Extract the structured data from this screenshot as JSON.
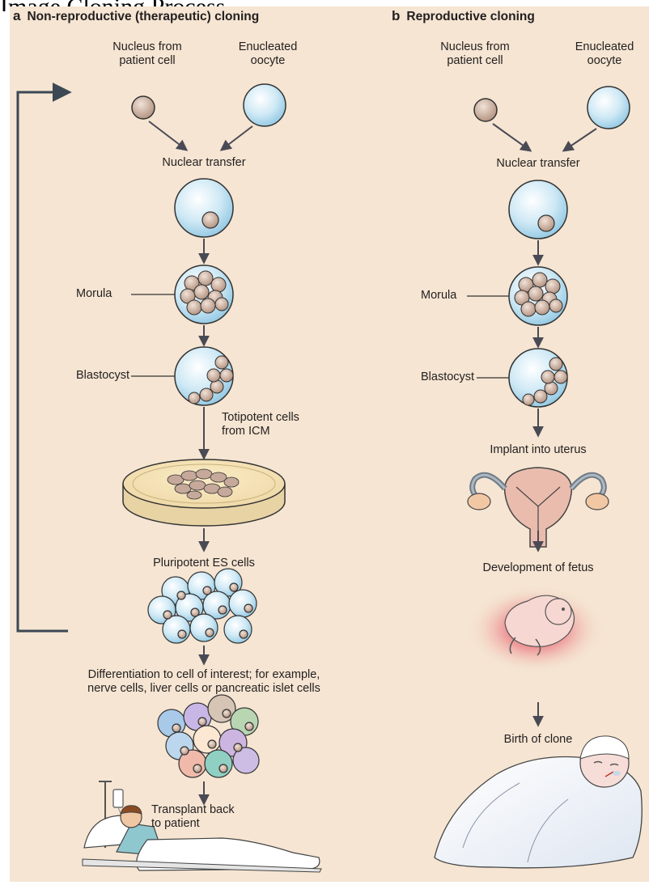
{
  "page_heading": "Image Cloning Process",
  "panel_a": {
    "letter": "a",
    "title": "Non-reproductive (therapeutic) cloning",
    "nucleus_label": "Nucleus from\npatient cell",
    "oocyte_label": "Enucleated\noocyte",
    "nuclear_transfer": "Nuclear transfer",
    "morula": "Morula",
    "blastocyst": "Blastocyst",
    "totipotent": "Totipotent cells\nfrom ICM",
    "pluripotent": "Pluripotent ES cells",
    "differentiation": "Differentiation to cell of interest; for example,\nnerve cells, liver cells or pancreatic islet cells",
    "transplant": "Transplant back\nto patient"
  },
  "panel_b": {
    "letter": "b",
    "title": "Reproductive cloning",
    "nucleus_label": "Nucleus from\npatient cell",
    "oocyte_label": "Enucleated\noocyte",
    "nuclear_transfer": "Nuclear transfer",
    "morula": "Morula",
    "blastocyst": "Blastocyst",
    "implant": "Implant into uterus",
    "development": "Development of fetus",
    "birth": "Birth of clone"
  },
  "colors": {
    "background": "#f5e5d2",
    "oocyte_fill": "#bfe0ef",
    "nucleus_fill": "#c9a894",
    "arrow": "#4a4a55",
    "loop_line": "#3d4855",
    "uterus_pink": "#eabcae",
    "fetus_glow": "#d8253a"
  }
}
